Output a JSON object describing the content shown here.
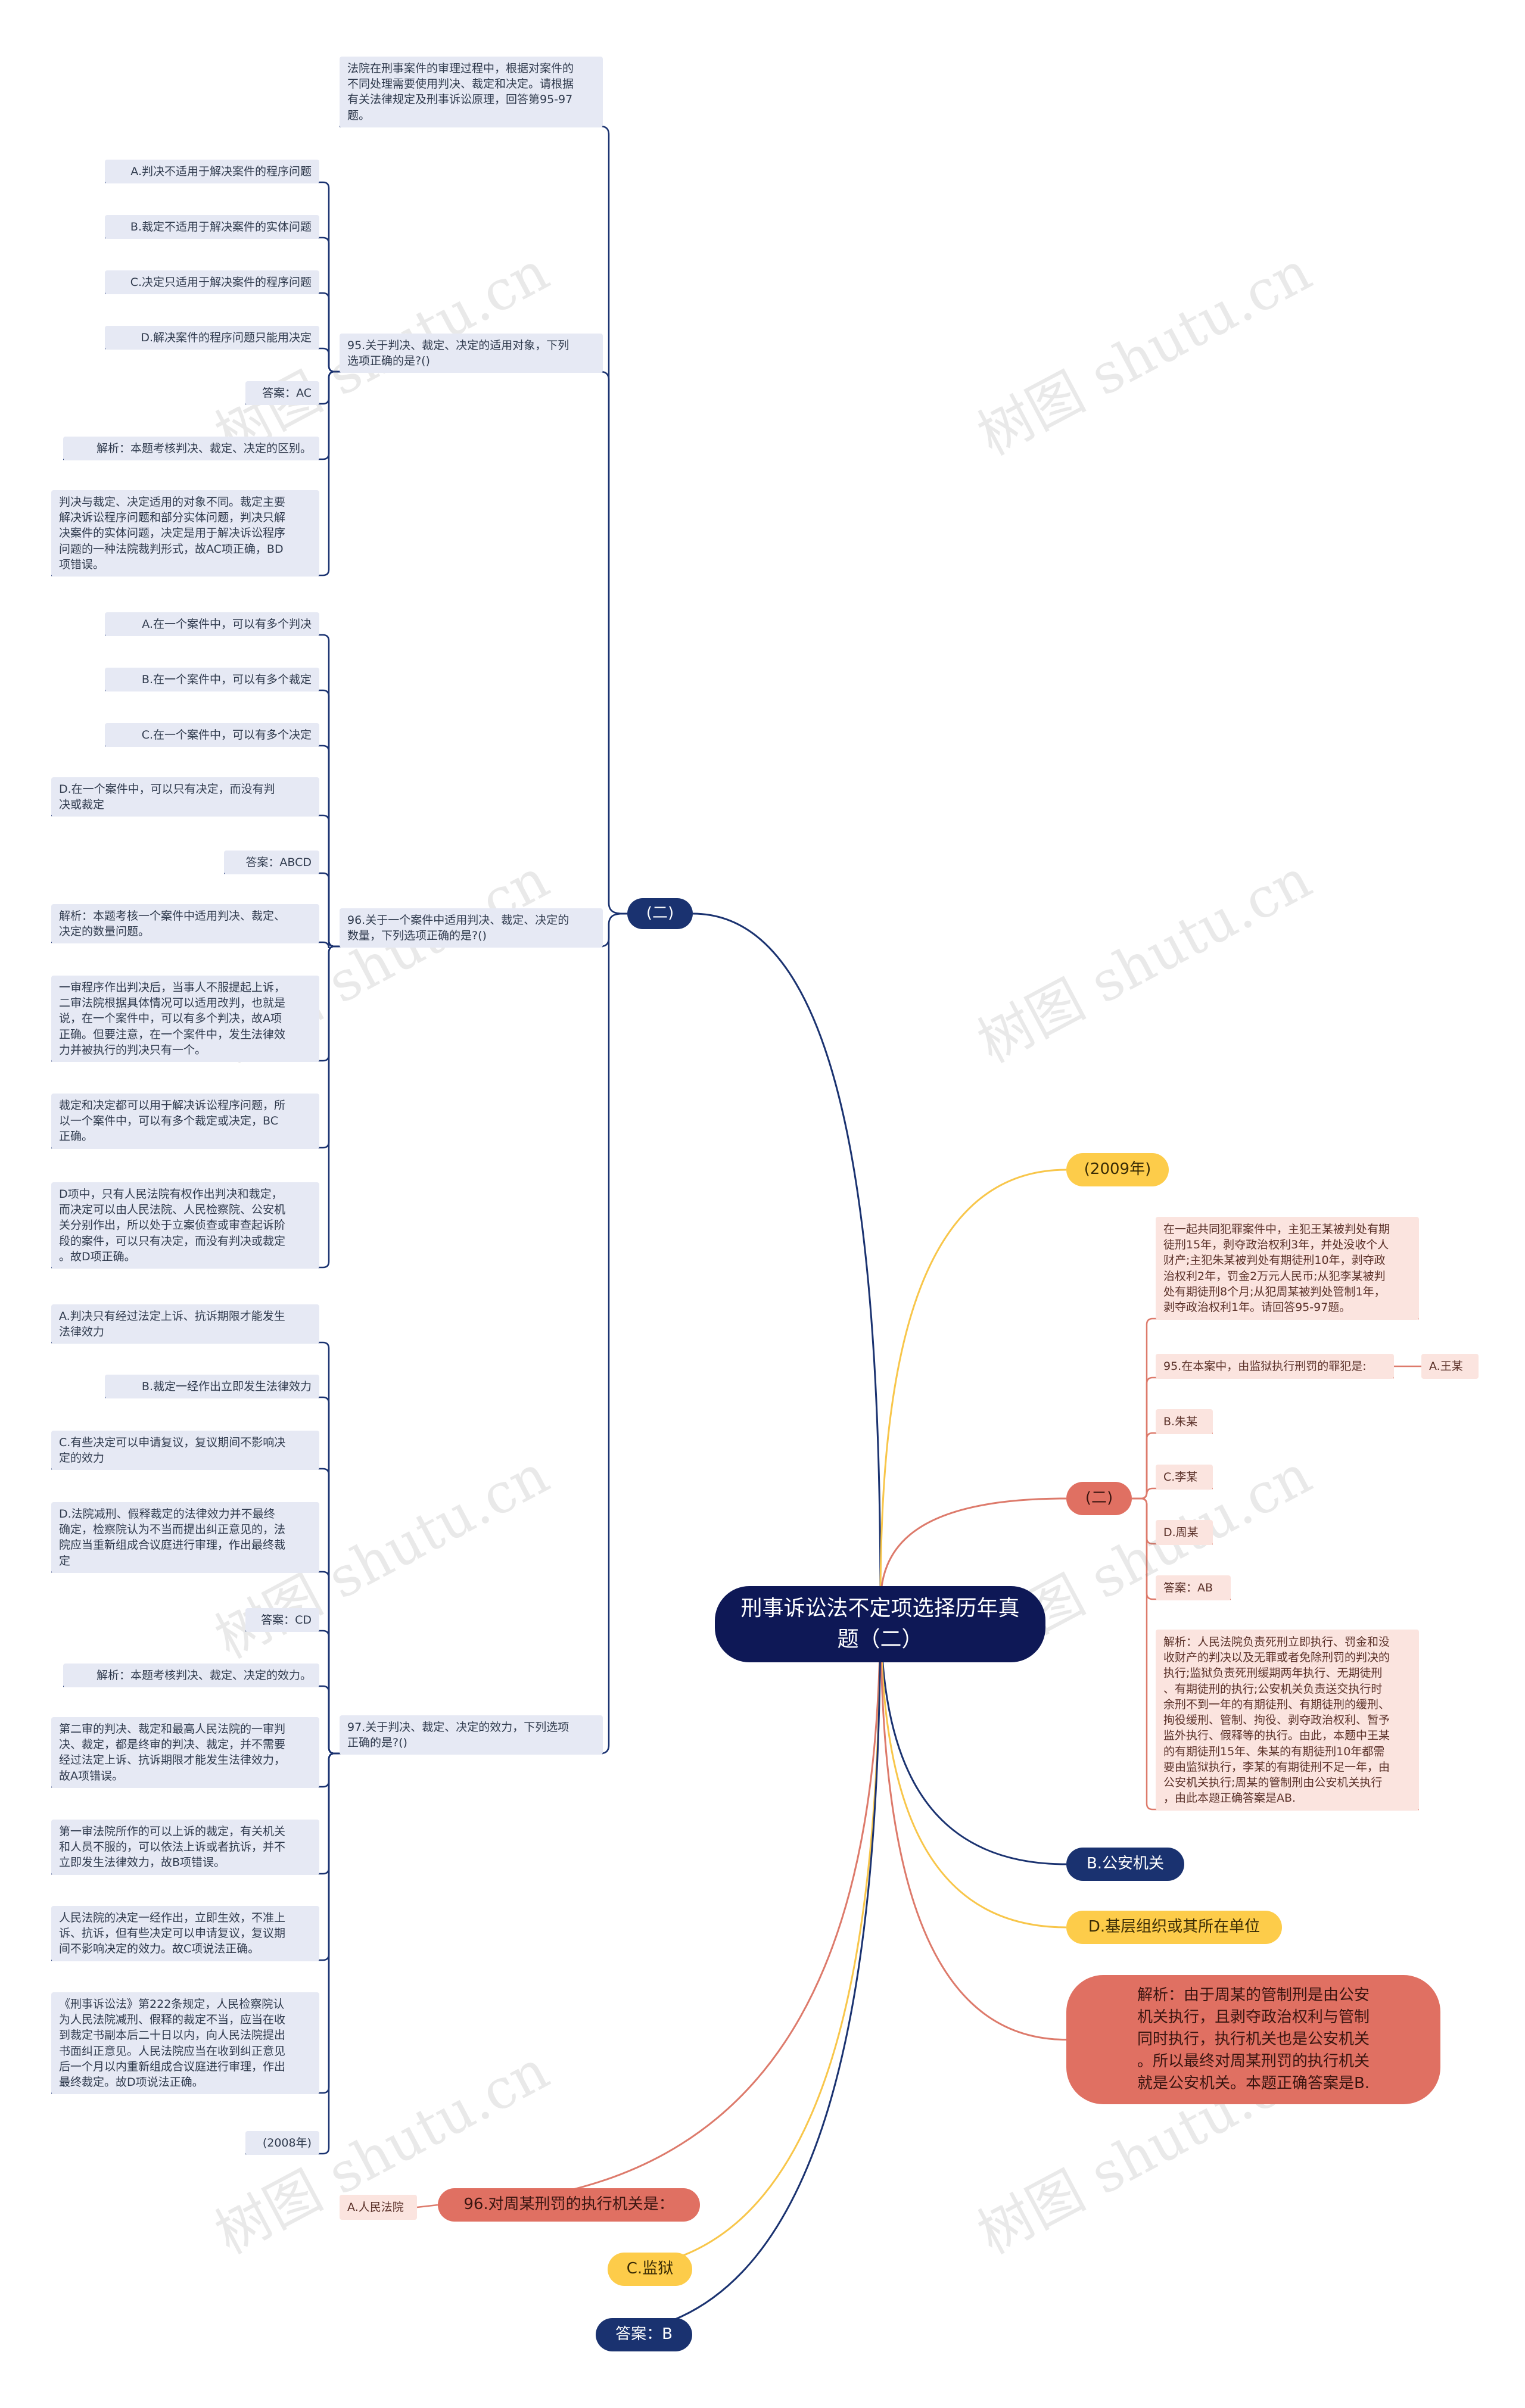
{
  "root": {
    "title": "刑事诉讼法不定项选择历年真题（二）"
  },
  "watermark": "树图 shutu.cn",
  "left": {
    "branch_label": "(二)",
    "intro": "法院在刑事案件的审理过程中，根据对案件的\n不同处理需要使用判决、裁定和决定。请根据\n有关法律规定及刑事诉讼原理，回答第95-97\n题。",
    "q95": {
      "question": "95.关于判决、裁定、决定的适用对象，下列\n选项正确的是?()",
      "options": [
        "A.判决不适用于解决案件的程序问题",
        "B.裁定不适用于解决案件的实体问题",
        "C.决定只适用于解决案件的程序问题",
        "D.解决案件的程序问题只能用决定"
      ],
      "answer": "答案：AC",
      "analysis_title": "解析：本题考核判决、裁定、决定的区别。",
      "analysis": "判决与裁定、决定适用的对象不同。裁定主要\n解决诉讼程序问题和部分实体问题，判决只解\n决案件的实体问题，决定是用于解决诉讼程序\n问题的一种法院裁判形式，故AC项正确，BD\n项错误。"
    },
    "q96": {
      "question": "96.关于一个案件中适用判决、裁定、决定的\n数量，下列选项正确的是?()",
      "options": [
        "A.在一个案件中，可以有多个判决",
        "B.在一个案件中，可以有多个裁定",
        "C.在一个案件中，可以有多个决定",
        "D.在一个案件中，可以只有决定，而没有判\n决或裁定"
      ],
      "answer": "答案：ABCD",
      "analysis_title": "解析：本题考核一个案件中适用判决、裁定、\n决定的数量问题。",
      "analysis": [
        "一审程序作出判决后，当事人不服提起上诉，\n二审法院根据具体情况可以适用改判，也就是\n说，在一个案件中，可以有多个判决，故A项\n正确。但要注意，在一个案件中，发生法律效\n力并被执行的判决只有一个。",
        "裁定和决定都可以用于解决诉讼程序问题，所\n以一个案件中，可以有多个裁定或决定，BC\n正确。",
        "D项中，只有人民法院有权作出判决和裁定，\n而决定可以由人民法院、人民检察院、公安机\n关分别作出，所以处于立案侦查或审查起诉阶\n段的案件，可以只有决定，而没有判决或裁定\n。故D项正确。"
      ]
    },
    "q97": {
      "question": "97.关于判决、裁定、决定的效力，下列选项\n正确的是?()",
      "options": [
        "A.判决只有经过法定上诉、抗诉期限才能发生\n法律效力",
        "B.裁定一经作出立即发生法律效力",
        "C.有些决定可以申请复议，复议期间不影响决\n定的效力",
        "D.法院减刑、假释裁定的法律效力并不最终\n确定，检察院认为不当而提出纠正意见的，法\n院应当重新组成合议庭进行审理，作出最终裁\n定"
      ],
      "answer": "答案：CD",
      "analysis_title": "解析：本题考核判决、裁定、决定的效力。",
      "analysis": [
        "第二审的判决、裁定和最高人民法院的一审判\n决、裁定，都是终审的判决、裁定，并不需要\n经过法定上诉、抗诉期限才能发生法律效力，\n故A项错误。",
        "第一审法院所作的可以上诉的裁定，有关机关\n和人员不服的，可以依法上诉或者抗诉，并不\n立即发生法律效力，故B项错误。",
        "人民法院的决定一经作出，立即生效，不准上\n诉、抗诉，但有些决定可以申请复议，复议期\n间不影响决定的效力。故C项说法正确。",
        "《刑事诉讼法》第222条规定，人民检察院认\n为人民法院减刑、假释的裁定不当，应当在收\n到裁定书副本后二十日以内，向人民法院提出\n书面纠正意见。人民法院应当在收到纠正意见\n后一个月以内重新组成合议庭进行审理，作出\n最终裁定。故D项说法正确。"
      ],
      "year": "(2008年)"
    }
  },
  "right": {
    "year_2009": "(2009年)",
    "branch_label": "(二)",
    "scenario": "在一起共同犯罪案件中，主犯王某被判处有期\n徒刑15年，剥夺政治权利3年，并处没收个人\n财产;主犯朱某被判处有期徒刑10年，剥夺政\n治权利2年，罚金2万元人民币;从犯李某被判\n处有期徒刑8个月;从犯周某被判处管制1年，\n剥夺政治权利1年。请回答95-97题。",
    "q95_question": "95.在本案中，由监狱执行刑罚的罪犯是:",
    "q95_options": [
      "A.王某",
      "B.朱某",
      "C.李某",
      "D.周某"
    ],
    "q95_answer": "答案：AB",
    "q95_analysis": "解析：人民法院负责死刑立即执行、罚金和没\n收财产的判决以及无罪或者免除刑罚的判决的\n执行;监狱负责死刑缓期两年执行、无期徒刑\n、有期徒刑的执行;公安机关负责送交执行时\n余刑不到一年的有期徒刑、有期徒刑的缓刑、\n拘役缓刑、管制、拘役、剥夺政治权利、暂予\n监外执行、假释等的执行。由此，本题中王某\n的有期徒刑15年、朱某的有期徒刑10年都需\n要由监狱执行，李某的有期徒刑不足一年，由\n公安机关执行;周某的管制刑由公安机关执行\n，由此本题正确答案是AB.",
    "b_option": "B.公安机关",
    "d_option": "D.基层组织或其所在单位",
    "big_analysis": "解析：由于周某的管制刑是由公安\n机关执行，且剥夺政治权利与管制\n同时执行，执行机关也是公安机关\n。所以最终对周某刑罚的执行机关\n就是公安机关。本题正确答案是B.",
    "q96_question": "96.对周某刑罚的执行机关是：",
    "q96_left_option": "A.人民法院",
    "c_option": "C.监狱",
    "final_answer": "答案：B"
  },
  "colors": {
    "navy_line": "#1a3270",
    "yellow_line": "#f8c64a",
    "salmon_line": "#dd7a6b",
    "leaf_bg": "#e6e9f4",
    "rleaf_bg": "#fbe4df"
  }
}
